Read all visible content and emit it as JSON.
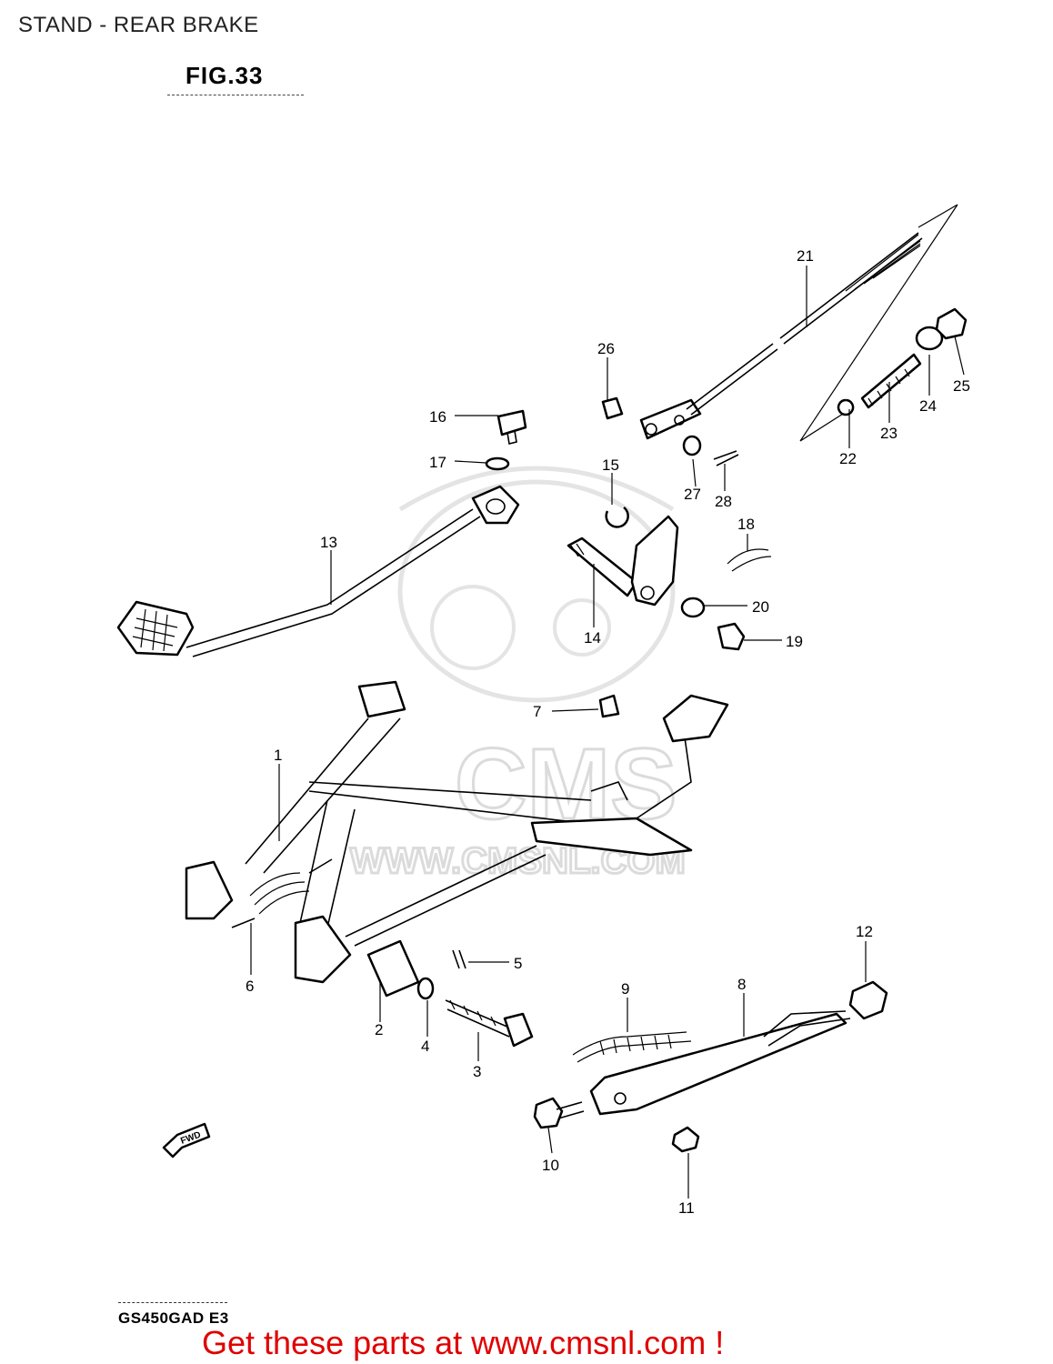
{
  "header": {
    "title": "STAND - REAR BRAKE",
    "figure": "FIG.33"
  },
  "watermark": {
    "brand": "CMS",
    "url": "WWW.CMSNL.COM"
  },
  "callouts": [
    {
      "number": "1"
    },
    {
      "number": "2"
    },
    {
      "number": "3"
    },
    {
      "number": "4"
    },
    {
      "number": "5"
    },
    {
      "number": "6"
    },
    {
      "number": "7"
    },
    {
      "number": "8"
    },
    {
      "number": "9"
    },
    {
      "number": "10"
    },
    {
      "number": "11"
    },
    {
      "number": "12"
    },
    {
      "number": "13"
    },
    {
      "number": "14"
    },
    {
      "number": "15"
    },
    {
      "number": "16"
    },
    {
      "number": "17"
    },
    {
      "number": "18"
    },
    {
      "number": "19"
    },
    {
      "number": "20"
    },
    {
      "number": "21"
    },
    {
      "number": "22"
    },
    {
      "number": "23"
    },
    {
      "number": "24"
    },
    {
      "number": "25"
    },
    {
      "number": "26"
    },
    {
      "number": "27"
    },
    {
      "number": "28"
    }
  ],
  "direction_marker": "FWD",
  "footer": {
    "model_code": "GS450GAD E3",
    "promo": "Get these parts at www.cmsnl.com !"
  },
  "colors": {
    "promo_text": "#e00000",
    "watermark": "#d8d8d8",
    "line_art": "#000000"
  }
}
